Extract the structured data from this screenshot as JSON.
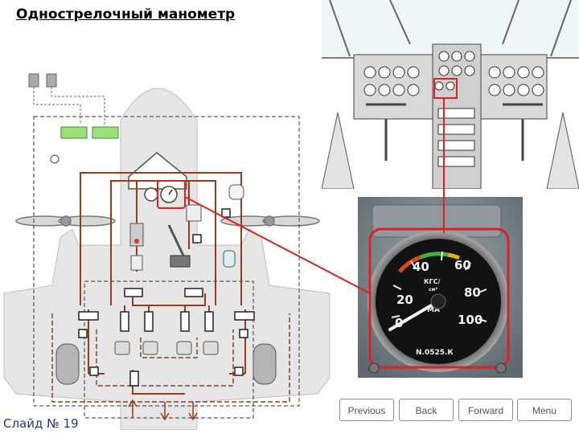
{
  "title": "Однострелочный манометр",
  "slide_number": "Слайд № 19",
  "navigation": {
    "previous": "Previous",
    "back": "Back",
    "forward": "Forward",
    "menu": "Menu"
  },
  "gauge": {
    "scale": [
      "0",
      "20",
      "40",
      "60",
      "80",
      "100"
    ],
    "unit": "КГС/",
    "unit2": "см²",
    "ma_label": "MA",
    "serial": "N.0525.К"
  },
  "colors": {
    "highlight": "#e02020",
    "pipe": "#9a3a1a",
    "dashed": "#8a4020",
    "aircraft": "#e6e6e6"
  }
}
